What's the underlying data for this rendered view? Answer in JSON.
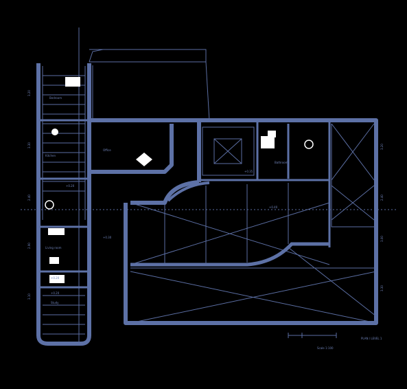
{
  "colors": {
    "background": "#000000",
    "wall": "#5d71a6",
    "line": "#5b6ea3",
    "furniture": "#ffffff"
  },
  "labels": {
    "room_left_top": "Bedroom",
    "room_office": "Office",
    "room_right_top": "Bathroom",
    "room_left_mid": "Kitchen",
    "room_left_bottom": "Living room",
    "room_left_lower": "Study",
    "level_left": "+0.20",
    "level_center": "+0.40",
    "level_hall": "+0.30",
    "level_stair": "+0.35",
    "level_left_low": "+0.20",
    "level_left_bottom": "+0.20",
    "scale_note": "Scale 1:100",
    "north_note": "PLAN / LEVEL 1"
  },
  "dimensions_left": [
    "3.20",
    "3.30",
    "2.40",
    "2.90",
    "3.10"
  ],
  "dimensions_right": [
    "3.20",
    "2.40",
    "3.00",
    "3.30"
  ]
}
